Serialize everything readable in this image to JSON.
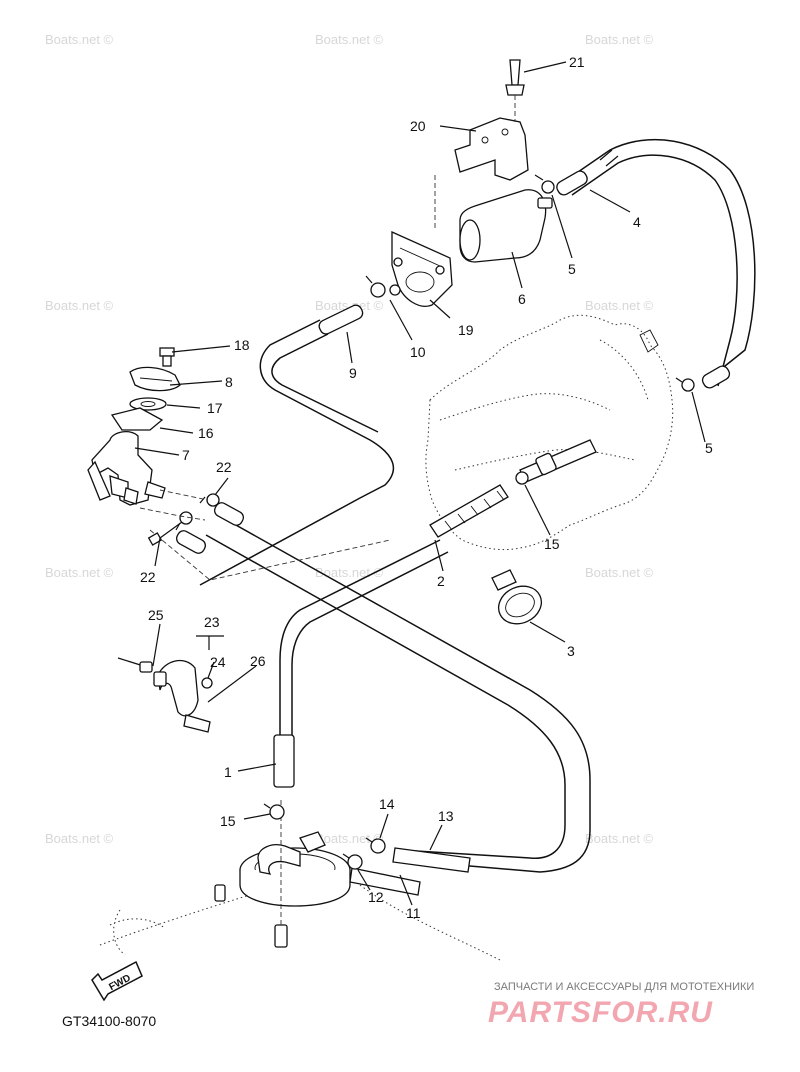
{
  "watermark": "Boats.net ©",
  "diagram_code": "GT34100-8070",
  "fwd_label": "FWD",
  "brand": {
    "tagline": "ЗАПЧАСТИ И АКСЕССУАРЫ ДЛЯ МОТОТЕХНИКИ",
    "logo": "PARTSFOR.RU"
  },
  "callouts": [
    "21",
    "20",
    "4",
    "5",
    "6",
    "19",
    "10",
    "9",
    "18",
    "8",
    "17",
    "16",
    "7",
    "5",
    "22",
    "15",
    "2",
    "3",
    "22",
    "23",
    "25",
    "24",
    "26",
    "1",
    "15",
    "14",
    "13",
    "12",
    "11"
  ]
}
